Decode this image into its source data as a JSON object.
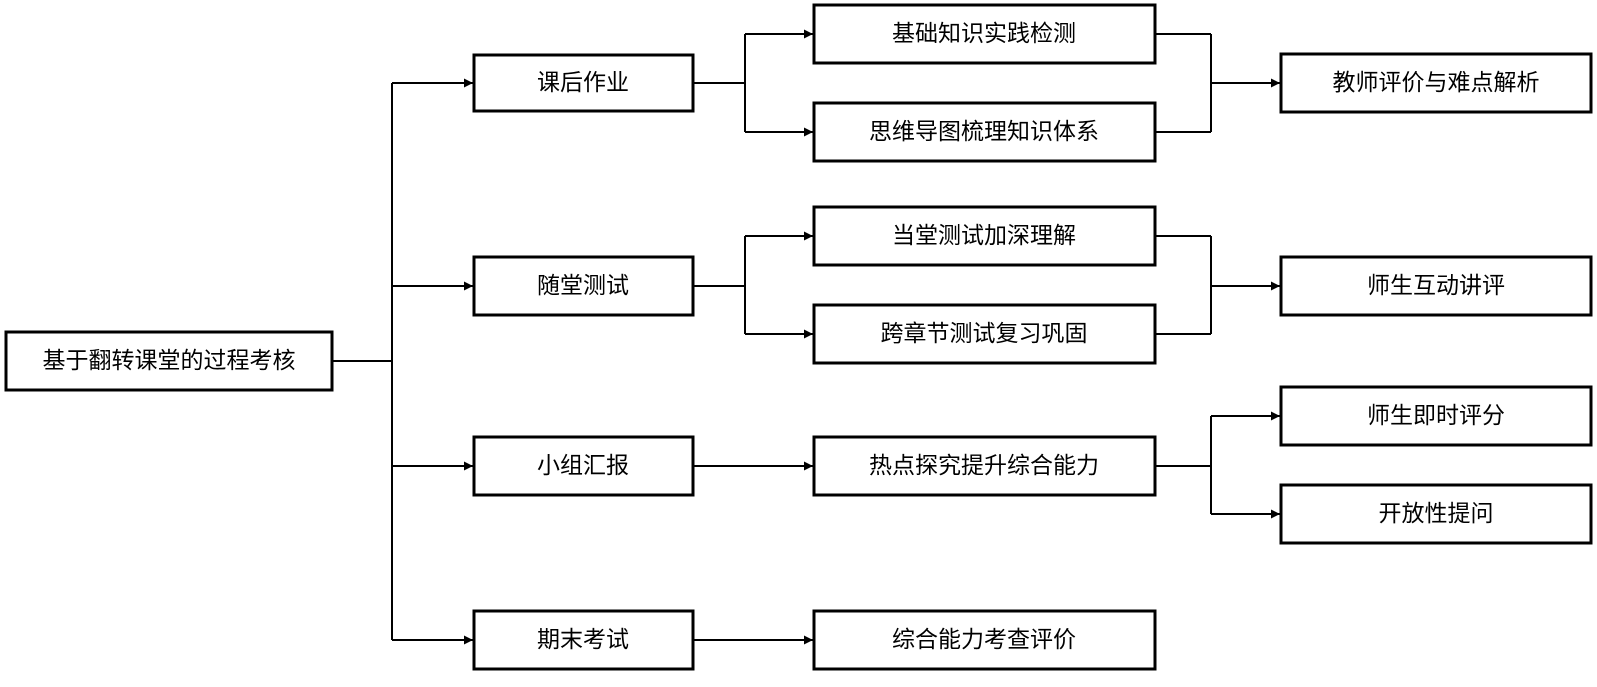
{
  "root": {
    "label": "基于翻转课堂的过程考核"
  },
  "categories": [
    {
      "label": "课后作业"
    },
    {
      "label": "随堂测试"
    },
    {
      "label": "小组汇报"
    },
    {
      "label": "期末考试"
    }
  ],
  "activities": [
    {
      "label": "基础知识实践检测"
    },
    {
      "label": "思维导图梳理知识体系"
    },
    {
      "label": "当堂测试加深理解"
    },
    {
      "label": "跨章节测试复习巩固"
    },
    {
      "label": "热点探究提升综合能力"
    },
    {
      "label": "综合能力考查评价"
    }
  ],
  "outcomes": [
    {
      "label": "教师评价与难点解析"
    },
    {
      "label": "师生互动讲评"
    },
    {
      "label": "师生即时评分"
    },
    {
      "label": "开放性提问"
    }
  ]
}
